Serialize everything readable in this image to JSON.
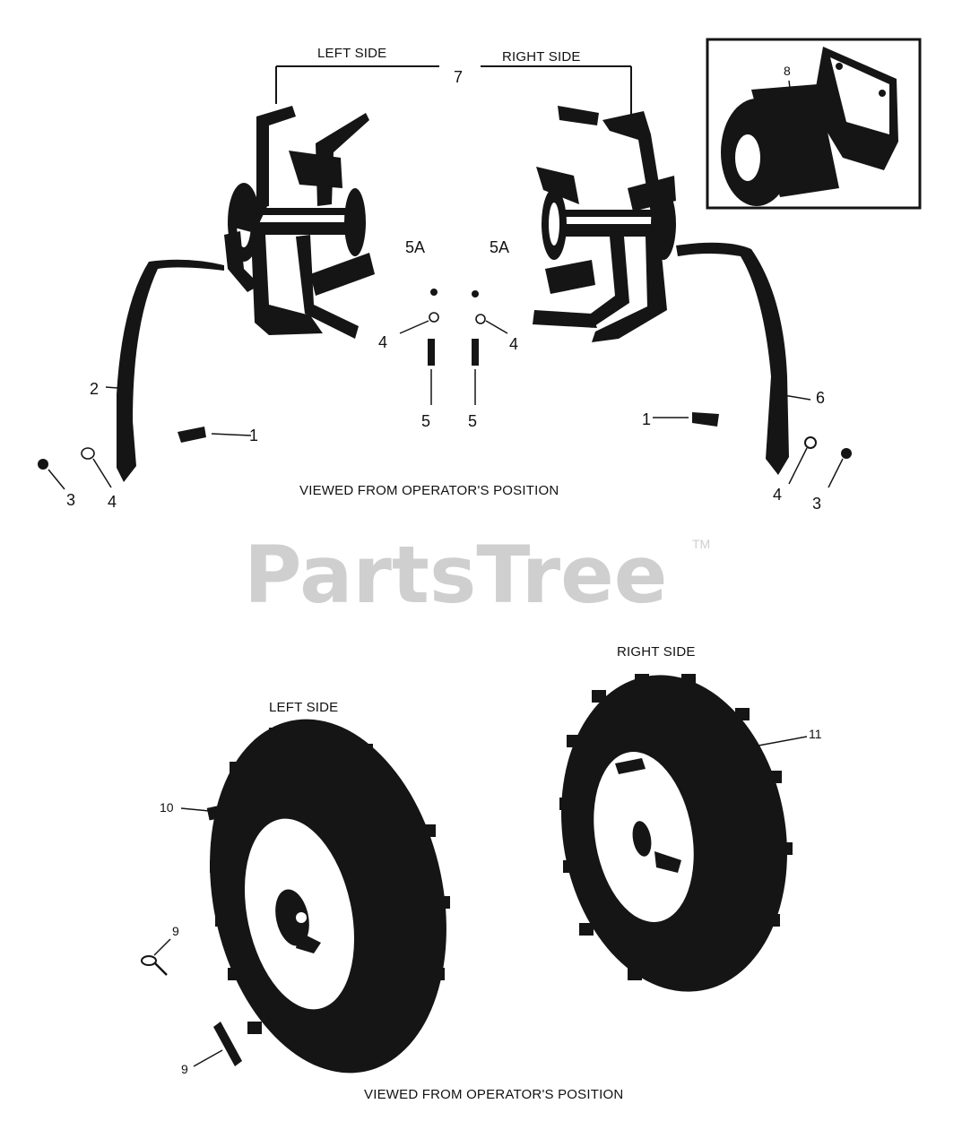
{
  "diagram": {
    "watermark": "PartsTree",
    "trademark": "TM",
    "top_section": {
      "left_side_label": "LEFT SIDE",
      "right_side_label": "RIGHT SIDE",
      "caption": "VIEWED FROM OPERATOR'S POSITION",
      "callouts": [
        "7",
        "8",
        "5A",
        "5A",
        "4",
        "4",
        "5",
        "5",
        "2",
        "6",
        "1",
        "1",
        "3",
        "4",
        "4",
        "3"
      ]
    },
    "bottom_section": {
      "left_side_label": "LEFT SIDE",
      "right_side_label": "RIGHT SIDE",
      "caption": "VIEWED FROM OPERATOR'S POSITION",
      "callouts": [
        "10",
        "11",
        "9",
        "9"
      ]
    }
  }
}
